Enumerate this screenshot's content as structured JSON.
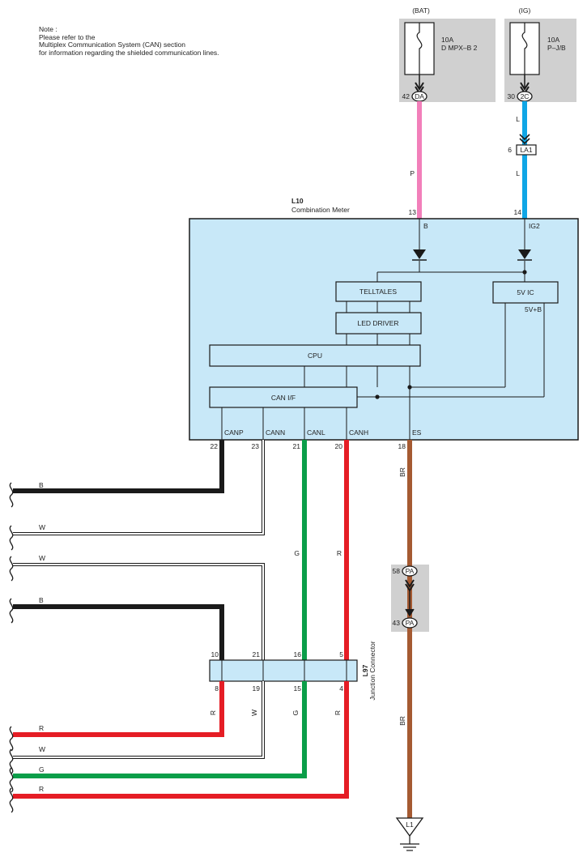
{
  "note": {
    "title": "Note :",
    "line1": "Please refer to the",
    "line2": "Multiplex Communication System (CAN) section",
    "line3": "for information regarding the shielded communication lines."
  },
  "sources": {
    "bat": {
      "label": "(BAT)",
      "amps": "10A",
      "fuse": "D MPX–B 2",
      "pin": "42",
      "connector": "DA"
    },
    "ig": {
      "label": "(IG)",
      "amps": "10A",
      "fuse": "P–J/B",
      "pin": "30",
      "connector": "2C"
    }
  },
  "wires": {
    "bat_color": "P",
    "ig_color_upper": "L",
    "ig_color_lower": "L",
    "la1_pin": "6",
    "la1_label": "LA1",
    "es_color_upper": "BR",
    "es_color_lower": "BR",
    "canl_mid": "G",
    "canh_mid": "R"
  },
  "meter": {
    "id": "L10",
    "name": "Combination Meter",
    "pin_b": "13",
    "label_b": "B",
    "pin_ig2": "14",
    "label_ig2": "IG2",
    "telltales": "TELLTALES",
    "led_driver": "LED DRIVER",
    "cpu": "CPU",
    "ic5v": "5V IC",
    "v5b": "5V+B",
    "can_if": "CAN I/F",
    "pins": [
      {
        "num": "22",
        "label": "CANP"
      },
      {
        "num": "23",
        "label": "CANN"
      },
      {
        "num": "21",
        "label": "CANL"
      },
      {
        "num": "20",
        "label": "CANH"
      },
      {
        "num": "18",
        "label": "ES"
      }
    ]
  },
  "left_wires": {
    "w1": "B",
    "w2": "W",
    "w3": "W",
    "w4": "B",
    "w5": "R",
    "w6": "W",
    "w7": "G",
    "w8": "R"
  },
  "junction": {
    "id": "L97",
    "name": "Junction Connector",
    "top_pins": [
      "10",
      "21",
      "16",
      "5"
    ],
    "bottom_pins": [
      "8",
      "19",
      "15",
      "4"
    ],
    "bottom_colors": [
      "R",
      "W",
      "G",
      "R"
    ]
  },
  "pa": {
    "upper_pin": "58",
    "lower_pin": "43",
    "label": "PA"
  },
  "ground": {
    "label": "L1"
  },
  "colors": {
    "pink": "#f27fba",
    "blue": "#0fa6e6",
    "green": "#0a9e49",
    "red": "#e51d25",
    "brown": "#a55a32",
    "black": "#1a1a1a",
    "box_fill": "#c8e8f8",
    "source_bg": "#d0d0d0"
  }
}
